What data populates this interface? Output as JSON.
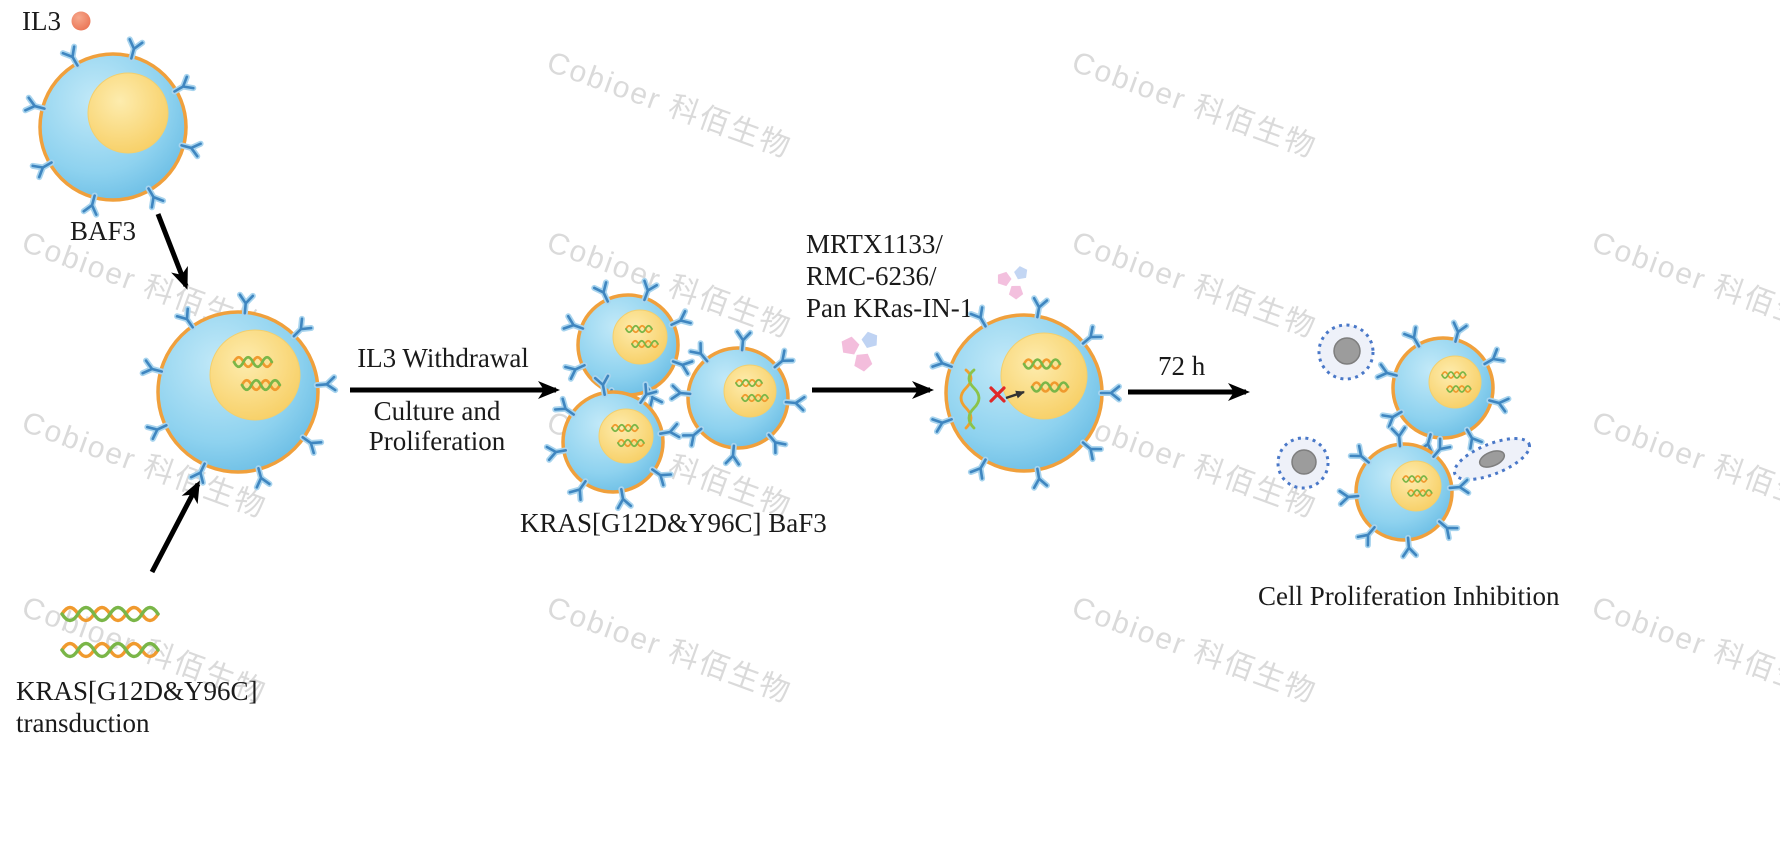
{
  "watermark": {
    "text": "Cobioer 科佰生物"
  },
  "labels": {
    "il3": "IL3",
    "baf3": "BAF3",
    "transduction_line1": "KRAS[G12D&Y96C]",
    "transduction_line2": "transduction",
    "il3_withdrawal": "IL3 Withdrawal",
    "culture_line1": "Culture and",
    "culture_line2": "Proliferation",
    "kras_baf3": "KRAS[G12D&Y96C] BaF3",
    "drug_line1": "MRTX1133/",
    "drug_line2": "RMC-6236/",
    "drug_line3": "Pan KRas-IN-1",
    "duration": "72 h",
    "result": "Cell Proliferation Inhibition"
  },
  "colors": {
    "cell_fill": "#6fc2e6",
    "cell_membrane": "#f0a03c",
    "nucleus": "#f7cf60",
    "receptor": "#3f86c0",
    "dna_orange": "#f09a2e",
    "dna_green": "#7ab648",
    "drug_pink": "#f2b6d9",
    "drug_blue": "#b9cff2",
    "inhibition_red": "#e02828",
    "il3_ligand": "#ee7a5c",
    "apoptotic_nucleus": "#9a9a9a",
    "arrow": "#000000",
    "watermark_grey": "#d7d7d7"
  }
}
